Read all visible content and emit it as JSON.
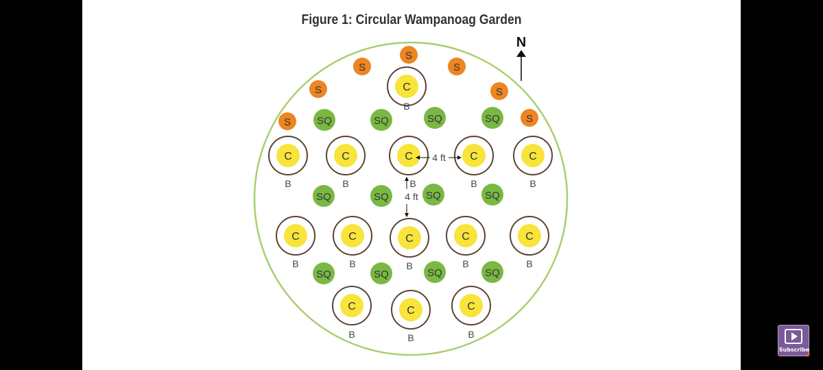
{
  "title": "Figure 1: Circular Wampanoag Garden",
  "compass_label": "N",
  "labels": {
    "squash": "S",
    "sunflower_squash": "SQ",
    "corn": "C",
    "beans": "B",
    "spacing": "4 ft"
  },
  "colors": {
    "border": "#a9cf6e",
    "squash": "#ec8522",
    "sq": "#7ab844",
    "corn": "#f8e43a",
    "ring": "#5a4233"
  },
  "subscribe": {
    "label": "Subscribe"
  }
}
